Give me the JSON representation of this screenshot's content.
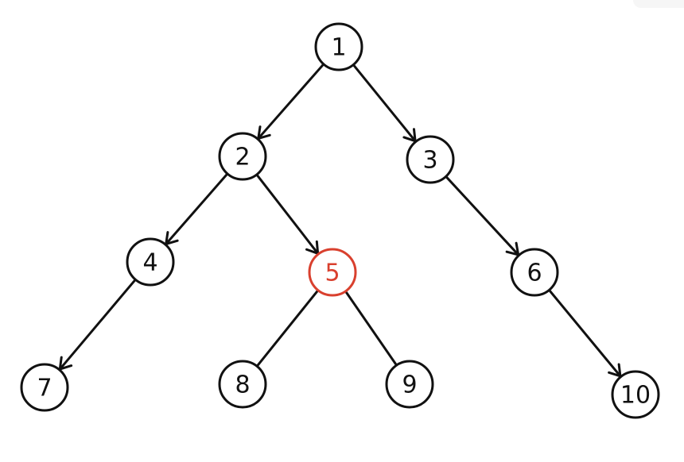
{
  "tree": {
    "colors": {
      "ink": "#111111",
      "highlight": "#d9402e"
    },
    "nodes": [
      {
        "id": "1",
        "label": "1",
        "highlighted": false
      },
      {
        "id": "2",
        "label": "2",
        "highlighted": false
      },
      {
        "id": "3",
        "label": "3",
        "highlighted": false
      },
      {
        "id": "4",
        "label": "4",
        "highlighted": false
      },
      {
        "id": "5",
        "label": "5",
        "highlighted": true
      },
      {
        "id": "6",
        "label": "6",
        "highlighted": false
      },
      {
        "id": "7",
        "label": "7",
        "highlighted": false
      },
      {
        "id": "8",
        "label": "8",
        "highlighted": false
      },
      {
        "id": "9",
        "label": "9",
        "highlighted": false
      },
      {
        "id": "10",
        "label": "10",
        "highlighted": false
      }
    ],
    "edges": [
      {
        "from": "1",
        "to": "2",
        "arrow": true
      },
      {
        "from": "1",
        "to": "3",
        "arrow": true
      },
      {
        "from": "2",
        "to": "4",
        "arrow": true
      },
      {
        "from": "2",
        "to": "5",
        "arrow": true
      },
      {
        "from": "3",
        "to": "6",
        "arrow": true
      },
      {
        "from": "4",
        "to": "7",
        "arrow": true
      },
      {
        "from": "5",
        "to": "8",
        "arrow": false
      },
      {
        "from": "5",
        "to": "9",
        "arrow": false
      },
      {
        "from": "6",
        "to": "10",
        "arrow": true
      }
    ]
  }
}
